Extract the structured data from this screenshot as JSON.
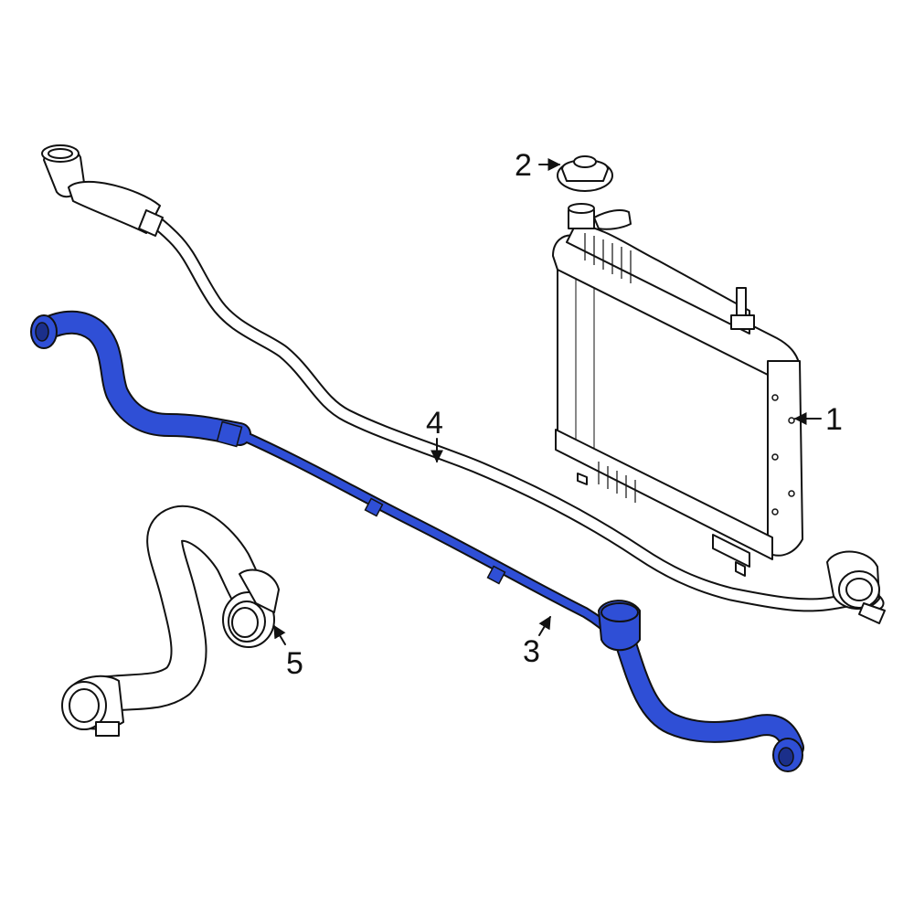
{
  "callouts": {
    "c1": "1",
    "c2": "2",
    "c3": "3",
    "c4": "4",
    "c5": "5"
  },
  "colors": {
    "highlight": "#2f4fd6",
    "outline": "#111111",
    "background": "#ffffff"
  }
}
